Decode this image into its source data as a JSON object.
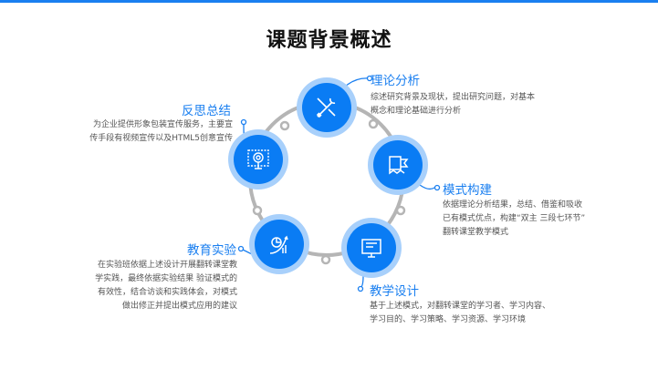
{
  "title": "课题背景概述",
  "accent": "#0a7cf4",
  "steps": [
    {
      "icon": "tools-icon",
      "title": "理论分析",
      "lines": [
        "综述研究背景及现状，提出研究问题，对基本",
        "概念和理论基础进行分析"
      ]
    },
    {
      "icon": "flag-icon",
      "title": "模式构建",
      "lines": [
        "依据理论分析结果，总结、借鉴和吸收",
        "已有模式优点，构建“双主 三段七环节”",
        "翻转课堂教学模式"
      ]
    },
    {
      "icon": "monitor-icon",
      "title": "教学设计",
      "lines": [
        "基于上述模式，对翻转课堂的学习者、学习内容、",
        "学习目的、学习策略、学习资源、学习环境"
      ]
    },
    {
      "icon": "chart-icon",
      "title": "教育实验",
      "lines": [
        "在实验班依据上述设计开展翻转课堂教",
        "学实践，最终依据实验结果 验证模式的",
        "有效性，结合访谈和实践体会，对模式",
        "做出修正并提出模式应用的建议"
      ]
    },
    {
      "icon": "target-icon",
      "title": "反思总结",
      "lines": [
        "为企业提供形象包装宣传服务，主要宣",
        "传手段有视频宣传以及HTML5创意宣传"
      ]
    }
  ]
}
